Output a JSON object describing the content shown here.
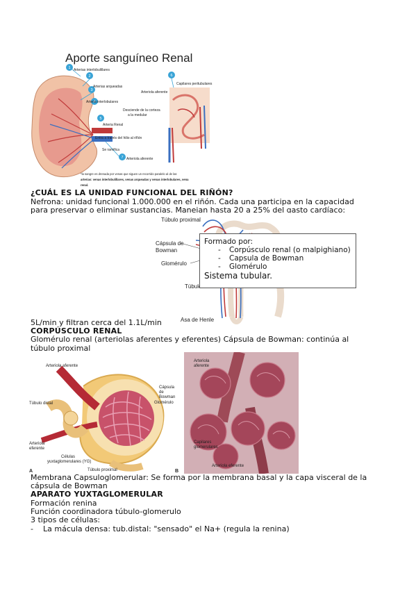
{
  "figure1": {
    "title": "Aporte sanguíneo Renal",
    "labels": {
      "arterias_interlobulillares": "Arterias interlobulillares",
      "arterias_arqueadas": "Arterias arqueadas",
      "arteria_interlobulares": "Arteria interlobulares",
      "arteria_renal": "Arteria Renal",
      "desciende_corteza": "Desciende de la corteza",
      "desciende_corteza2": "a la medular",
      "entra_hilio": "Entra a través del hilio al riñón",
      "se_ramifica": "Se ramifica",
      "arteriola_aferente_a": "Arteriola aferente",
      "capilares_peritubulares": "Capilares peritubulares",
      "arteriola_aferente_b": "Arteriola aferente",
      "nota1": "*la sangre es drenada por venas que siguen un recorrido paralelo al de las",
      "nota2": "arterias: venas interlobulillares, venas arqueadas y venas interlobulares, vena",
      "nota3": "renal."
    },
    "numbers": [
      "1",
      "2",
      "3",
      "4",
      "5",
      "6",
      "7"
    ]
  },
  "text": {
    "q_title": "¿CUÁL ES LA UNIDAD FUNCIONAL DEL RIÑÓN?",
    "nefrona1": "Nefrona: unidad funcional 1.000.000 en el riñón. Cada una participa en la capacidad",
    "nefrona2": "para preservar o eliminar sustancias. Manejan hasta 20 a 25% del gasto cardíaco:",
    "filtran": "5L/min y filtran cerca del 1.1L/min",
    "corp_title": "CORPÚSCULO RENAL",
    "glom1": "Glomérulo renal (arteriolas aferentes y eferentes)   Cápsula de Bowman: continúa al",
    "glom2": "túbulo proximal",
    "memb1": "Membrana Capsuloglomerular: Se forma por la membrana basal y la capa visceral de la",
    "memb2": "cápsula de Bowman",
    "apar_title": "APARATO YUXTAGLOMERULAR",
    "formacion": "Formación renina",
    "funcion": "Función coordinadora túbulo-glomerulo",
    "tipos": "3 tipos de células:",
    "bullet_dash": "-",
    "macula": "La mácula densa: tub.distal: \"sensado\" el Na+ (regula la renina)"
  },
  "figure2": {
    "labels": {
      "tubulo_proximal": "Túbulo proximal",
      "capsula_de": "Cápsula de",
      "bowman": "Bowman",
      "glomerulo": "Glomérulo",
      "tubulo": "Túbulo",
      "asa_henle": "Asa de Henle"
    }
  },
  "callout": {
    "heading": "Formado por:",
    "items": [
      "Corpúsculo renal (o malpighiano)",
      "Capsula de Bowman",
      "Glomérulo"
    ],
    "dash": "-",
    "footer": "Sistema tubular."
  },
  "figure3": {
    "labels": {
      "arteriola_aferente": "Arteriola aferente",
      "tubulo_distal": "Túbulo distal",
      "capsula1": "Cápsula",
      "capsula2": "de",
      "capsula3": "Bowman",
      "glomerulo": "Glomérulo",
      "arteriola1": "Arteriola",
      "arteriola2": "eferente",
      "celulas1": "Células",
      "celulas2": "yuxtaglomerulares (YG)",
      "tubulo_proximal": "Túbulo proximal",
      "panel_a": "A",
      "panel_b": "B"
    }
  },
  "figure4": {
    "labels": {
      "arteriola1": "Arteriola",
      "arteriola2": "aferente",
      "capilares1": "Capilares",
      "capilares2": "glomerulares",
      "eferente": "Arteriola eferente"
    }
  }
}
